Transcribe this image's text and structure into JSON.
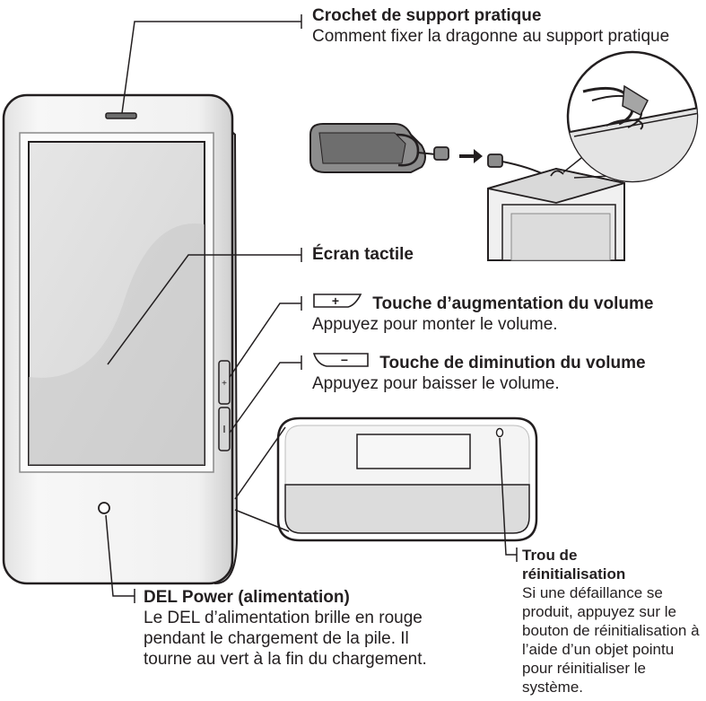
{
  "labels": {
    "hook": {
      "title": "Crochet de support pratique",
      "desc": "Comment fixer la dragonne au support pratique"
    },
    "screen": {
      "title": "Écran tactile"
    },
    "vol_up": {
      "icon": "volume-up-key-icon",
      "symbol": "+",
      "title": "Touche d’augmentation du volume",
      "desc": "Appuyez pour monter le volume."
    },
    "vol_down": {
      "icon": "volume-down-key-icon",
      "symbol": "−",
      "title": "Touche de diminution du volume",
      "desc": "Appuyez pour baisser le volume."
    },
    "reset": {
      "title": "Trou de réinitialisation",
      "desc": "Si une défaillance se produit, appuyez sur le bouton de réinitialisation à l’aide d’un objet pointu pour réinitialiser le système."
    },
    "power_led": {
      "title": "DEL Power (alimentation)",
      "desc": "Le DEL d’alimentation brille en rouge pendant le chargement de la pile. Il tourne au vert à la fin du chargement."
    }
  },
  "colors": {
    "ink": "#231f20",
    "device_light": "#f4f4f4",
    "device_mid": "#d9d9d9",
    "screen_fill": "#e8e8e8"
  }
}
